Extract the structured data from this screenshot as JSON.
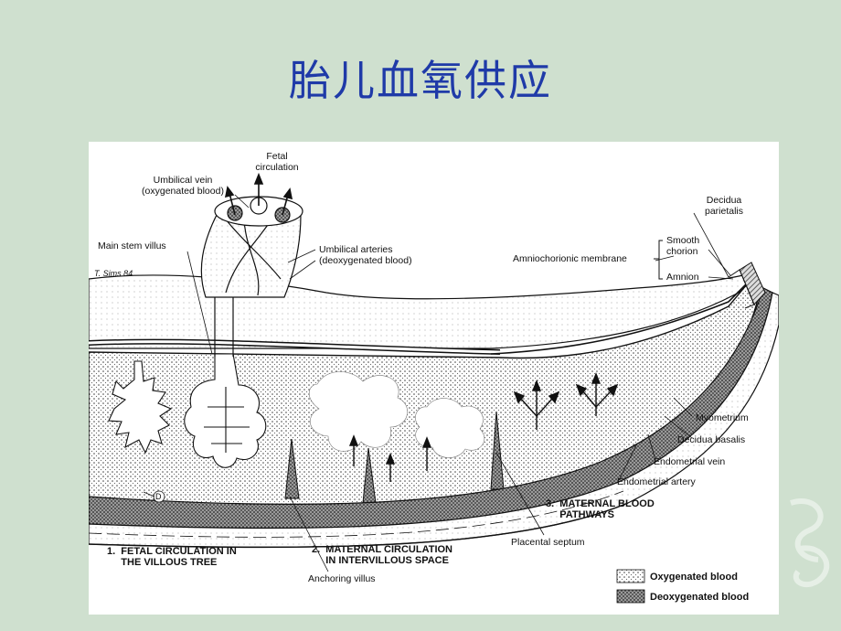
{
  "title": "胎儿血氧供应",
  "figure": {
    "labels": {
      "fetal_circulation": "Fetal\ncirculation",
      "umbilical_vein": "Umbilical vein\n(oxygenated blood)",
      "main_stem_villus": "Main stem villus",
      "umbilical_arteries": "Umbilical arteries\n(deoxygenated blood)",
      "signature": "T. Sims 84",
      "decidua_parietalis": "Decidua\nparietalis",
      "amniochorionic_membrane": "Amniochorionic membrane",
      "smooth_chorion": "Smooth\nchorion",
      "amnion": "Amnion",
      "myometrium": "Myometrium",
      "decidua_basalis": "Decidua basalis",
      "endometrial_vein": "Endometrial vein",
      "endometrial_artery": "Endometrial artery",
      "maternal_blood_pathways": "3.  MATERNAL BLOOD\n     PATHWAYS",
      "placental_septum": "Placental septum",
      "fetal_circulation_villous": "1.  FETAL CIRCULATION IN\n     THE VILLOUS TREE",
      "maternal_circulation_intervillous": "2.  MATERNAL CIRCULATION\n     IN INTERVILLOUS SPACE",
      "anchoring_villus": "Anchoring villus",
      "d_mark": "D"
    },
    "legend": [
      {
        "label": "Oxygenated blood",
        "swatch": "#e9e9e9"
      },
      {
        "label": "Deoxygenated blood",
        "swatch": "#555555"
      }
    ]
  },
  "colors": {
    "background": "#cfe0cf",
    "title": "#1f3aa8",
    "line": "#111111"
  }
}
